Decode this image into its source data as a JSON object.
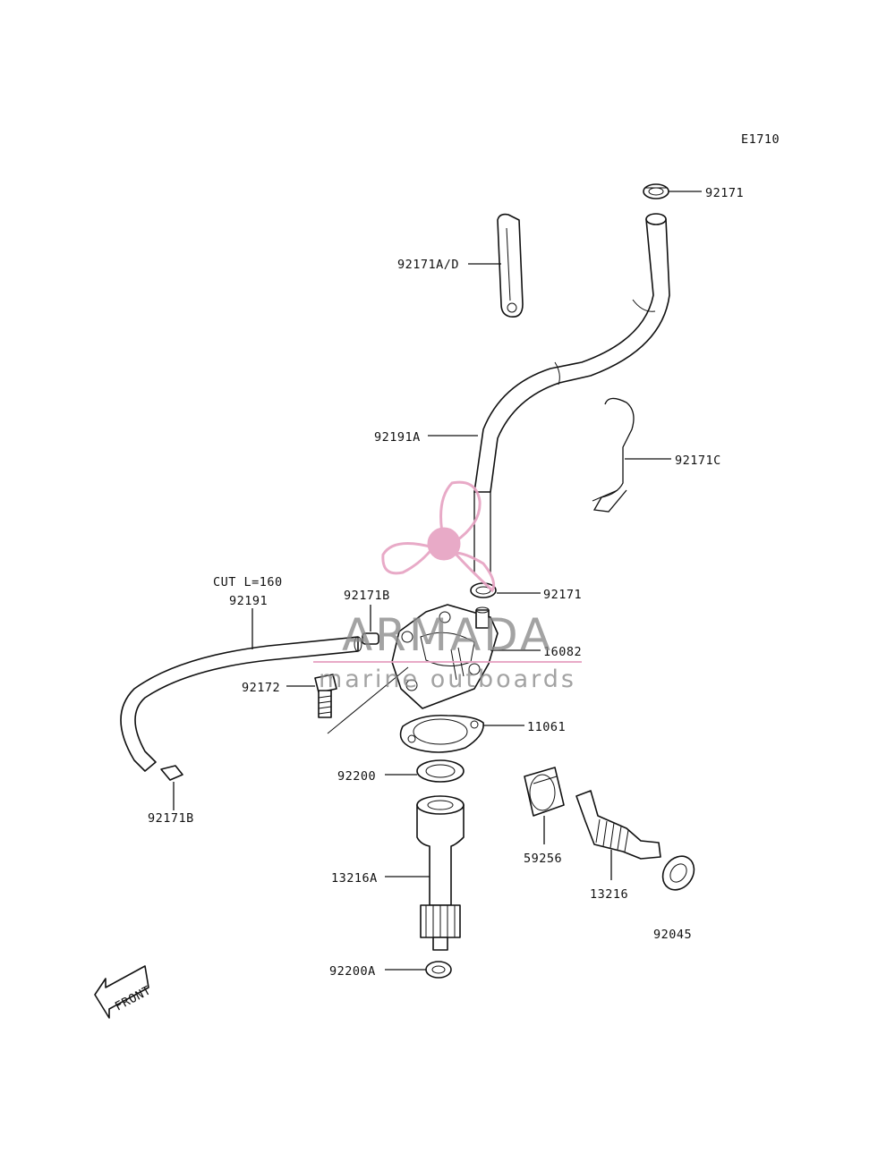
{
  "diagram": {
    "code": "E1710",
    "labels": {
      "p92171_top": "92171",
      "p92171AD": "92171A/D",
      "p92191A": "92191A",
      "p92171C": "92171C",
      "p92171_mid": "92171",
      "p16082": "16082",
      "p92171B_top": "92171B",
      "cut_note": "CUT L=160",
      "p92191": "92191",
      "p92172": "92172",
      "p11061": "11061",
      "p92200": "92200",
      "p92171B_bottom": "92171B",
      "p59256": "59256",
      "p13216A": "13216A",
      "p13216": "13216",
      "p92045": "92045",
      "p92200A": "92200A"
    },
    "front_label": "FRONT"
  },
  "watermark": {
    "brand": "ARMADA",
    "tagline": "marine outboards",
    "colors": {
      "pink": "#e7a3c3",
      "gray": "#8a8a8a"
    }
  }
}
